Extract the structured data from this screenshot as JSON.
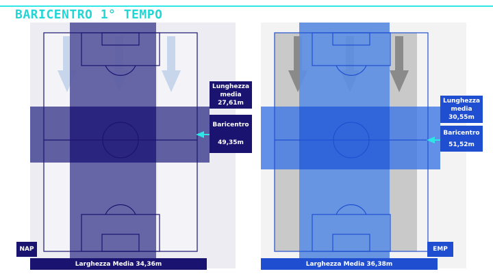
{
  "title": "BARICENTRO 1° TEMPO",
  "colors": {
    "accent": "#2ee6e6",
    "nap_dark": "#1a1470",
    "nap_band": "#5a5aa0",
    "emp_dark": "#1f4fd0",
    "emp_band": "#5f8fe0"
  },
  "nap": {
    "team": "NAP",
    "lunghezza": "Lunghezza media 27,61m",
    "baricentro_label": "Baricentro",
    "baricentro_value": "49,35m",
    "larghezza": "Larghezza Media 34,36m"
  },
  "emp": {
    "team": "EMP",
    "lunghezza": "Lunghezza media 30,55m",
    "baricentro_label": "Baricentro",
    "baricentro_value": "51,52m",
    "larghezza": "Larghezza Media 36,38m"
  }
}
